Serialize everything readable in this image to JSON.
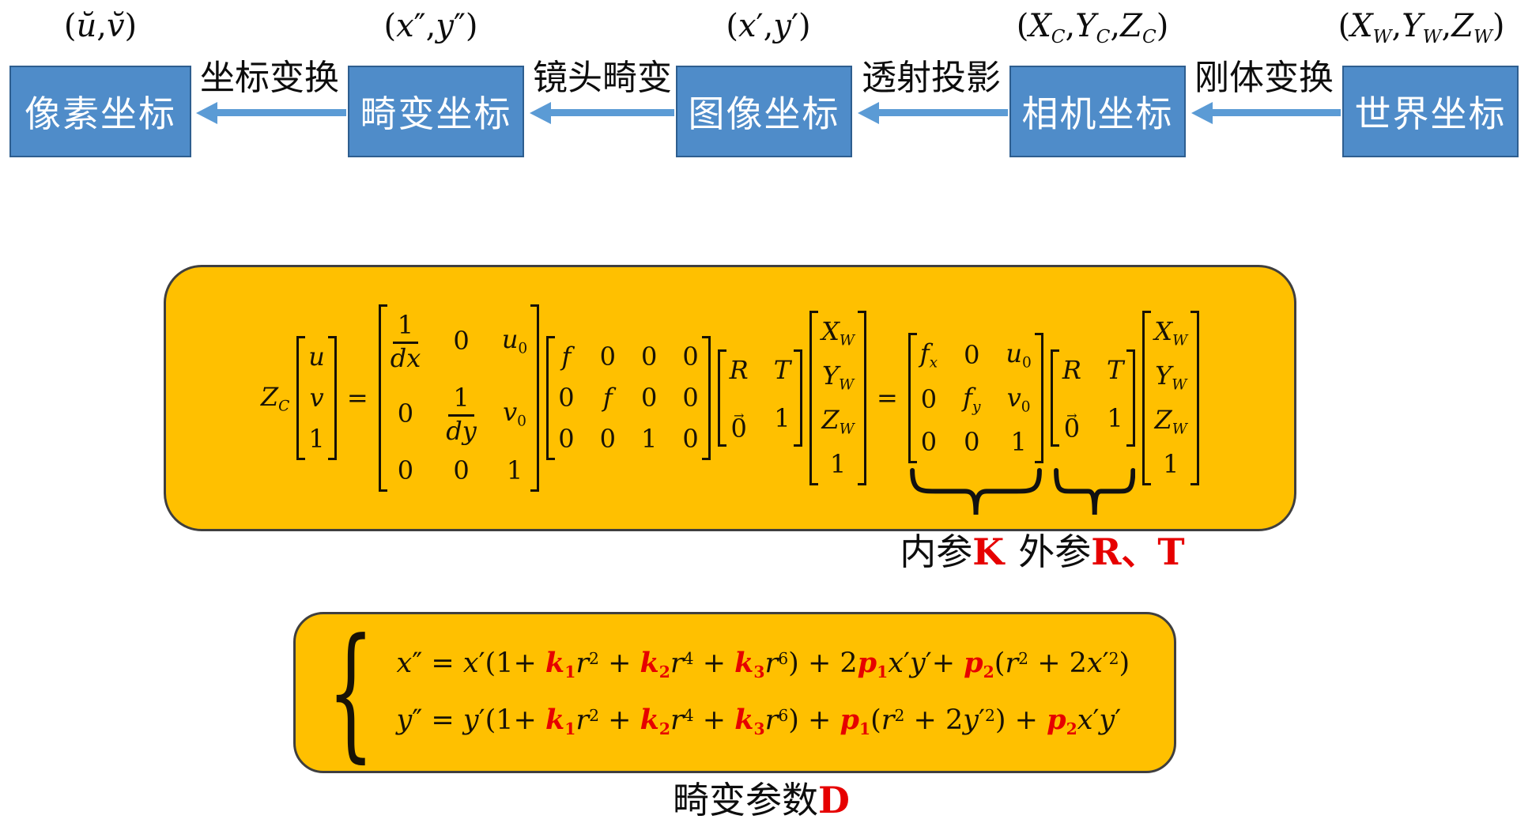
{
  "colors": {
    "flow_box_fill": "#4F8CC9",
    "flow_box_border": "#2E5E8F",
    "arrow_blue": "#5B9BD5",
    "panel_fill": "#FFC000",
    "panel_border": "#3F3F3F",
    "highlight_red": "#E60000",
    "text_black": "#111111",
    "box_text_white": "#FFFFFF"
  },
  "flow": {
    "coord_labels": [
      "(ŭ,v̆)",
      "(x″,y″)",
      "(x′,y′)",
      "(X_(C),Y_(C),Z_(C))",
      "(X_(W),Y_(W),Z_(W))"
    ],
    "boxes": [
      "像素坐标",
      "畸变坐标",
      "图像坐标",
      "相机坐标",
      "世界坐标"
    ],
    "transforms": [
      "坐标变换",
      "镜头畸变",
      "透射投影",
      "刚体变换"
    ]
  },
  "projection_equation": {
    "lhs_coeff": "Z_(C)",
    "equals": "=",
    "uv_vector": [
      [
        "u"
      ],
      [
        "v"
      ],
      [
        "1"
      ]
    ],
    "pixel_matrix": [
      [
        {
          "frac": [
            "1",
            "dx"
          ]
        },
        "0",
        "u_(0)"
      ],
      [
        "0",
        {
          "frac": [
            "1",
            "dy"
          ]
        },
        "v_(0)"
      ],
      [
        "0",
        "0",
        "1"
      ]
    ],
    "focal_matrix": [
      [
        "f",
        "0",
        "0",
        "0"
      ],
      [
        "0",
        "f",
        "0",
        "0"
      ],
      [
        "0",
        "0",
        "1",
        "0"
      ]
    ],
    "extrinsic_matrix": [
      [
        "R",
        "T"
      ],
      [
        {
          "vec": "0"
        },
        "1"
      ]
    ],
    "world_vector": [
      [
        "X_(W)"
      ],
      [
        "Y_(W)"
      ],
      [
        "Z_(W)"
      ],
      [
        "1"
      ]
    ],
    "intrinsic_matrix": [
      [
        "f_(x)",
        "0",
        "u_(0)"
      ],
      [
        "0",
        "f_(y)",
        "v_(0)"
      ],
      [
        "0",
        "0",
        "1"
      ]
    ],
    "extrinsic_matrix2": [
      [
        "R",
        "T"
      ],
      [
        {
          "vec": "0"
        },
        "1"
      ]
    ],
    "world_vector2": [
      [
        "X_(W)"
      ],
      [
        "Y_(W)"
      ],
      [
        "Z_(W)"
      ],
      [
        "1"
      ]
    ],
    "brace_labels": {
      "intrinsic_prefix": "内参",
      "intrinsic_symbol": "K",
      "extrinsic_prefix": "外参",
      "extrinsic_symbols": "R、T"
    }
  },
  "distortion_equation": {
    "lines": [
      "x″ = x′(1+ «k_(1)»r^(2) + «k_(2)»r^(4) + «k_(3)»r^(6)) + 2«p_(1)»x′y′+ «p_(2)»(r^(2) + 2x′^(2))",
      "y″ = y′(1+ «k_(1)»r^(2) + «k_(2)»r^(4) + «k_(3)»r^(6)) + «p_(1)»(r^(2) + 2y′^(2)) + «p_(2)»x′y′"
    ],
    "caption_prefix": "畸变参数",
    "caption_symbol": "D"
  }
}
